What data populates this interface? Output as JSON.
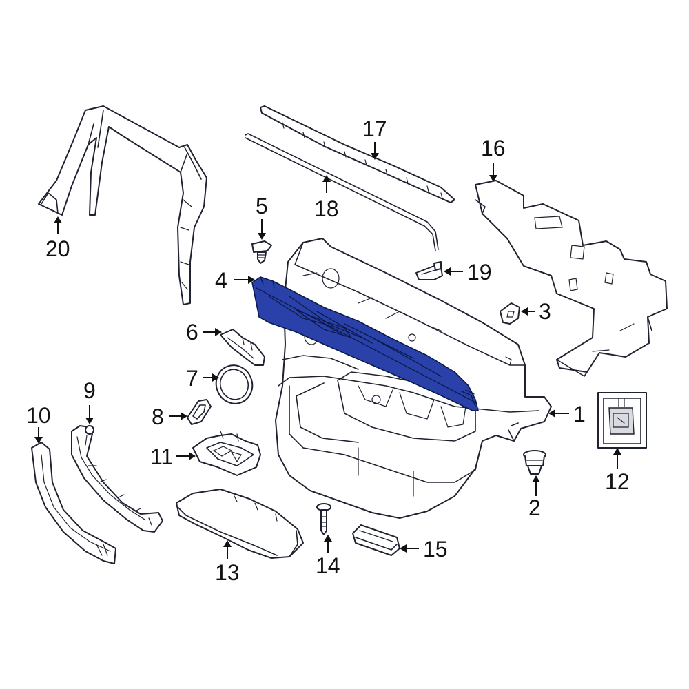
{
  "diagram": {
    "highlight_color": "#2941a8",
    "callouts": [
      {
        "id": "1",
        "label": "1"
      },
      {
        "id": "2",
        "label": "2"
      },
      {
        "id": "3",
        "label": "3"
      },
      {
        "id": "4",
        "label": "4"
      },
      {
        "id": "5",
        "label": "5"
      },
      {
        "id": "6",
        "label": "6"
      },
      {
        "id": "7",
        "label": "7"
      },
      {
        "id": "8",
        "label": "8"
      },
      {
        "id": "9",
        "label": "9"
      },
      {
        "id": "10",
        "label": "10"
      },
      {
        "id": "11",
        "label": "11"
      },
      {
        "id": "12",
        "label": "12"
      },
      {
        "id": "13",
        "label": "13"
      },
      {
        "id": "14",
        "label": "14"
      },
      {
        "id": "15",
        "label": "15"
      },
      {
        "id": "16",
        "label": "16"
      },
      {
        "id": "17",
        "label": "17"
      },
      {
        "id": "18",
        "label": "18"
      },
      {
        "id": "19",
        "label": "19"
      },
      {
        "id": "20",
        "label": "20"
      }
    ]
  }
}
